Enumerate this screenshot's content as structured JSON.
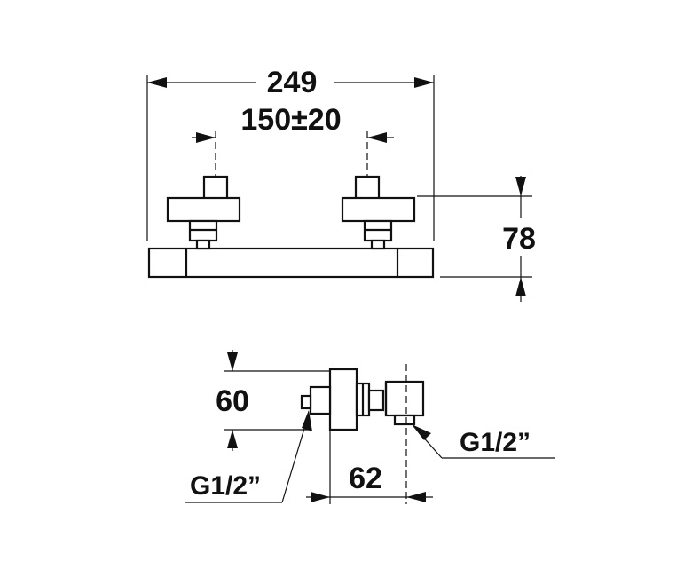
{
  "diagram": {
    "colors": {
      "line": "#111111",
      "background": "#ffffff"
    },
    "front_view": {
      "overall_width": "249",
      "spacing": "150±20",
      "height": "78"
    },
    "side_view": {
      "depth": "60",
      "outlet_offset": "62",
      "inlet_thread": "G1/2”",
      "outlet_thread": "G1/2”"
    }
  }
}
